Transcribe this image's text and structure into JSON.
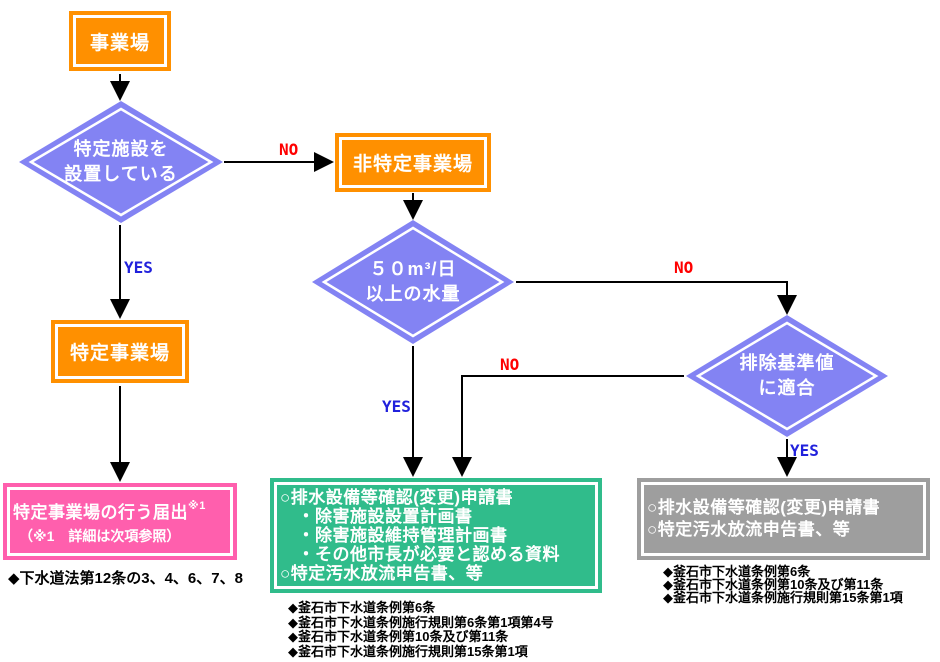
{
  "nodes": {
    "office": {
      "label": "事業場"
    },
    "facility_decision": {
      "line1": "特定施設を",
      "line2": "設置している"
    },
    "non_specified_office": {
      "label": "非特定事業場"
    },
    "volume_decision": {
      "line1": "５０m³/日",
      "line2": "以上の水量"
    },
    "specified_office": {
      "label": "特定事業場"
    },
    "standard_decision": {
      "line1": "排除基準値",
      "line2": "に適合"
    },
    "notification_box": {
      "title": "特定事業場の行う届出",
      "title_note": "※1",
      "subtitle": "（※1　詳細は次項参照）"
    },
    "submission_box": {
      "lines": [
        "○排水設備等確認(変更)申請書",
        "　・除害施設設置計画書",
        "　・除害施設維持管理計画書",
        "　・その他市長が必要と認める資料",
        "○特定汚水放流申告書、等"
      ]
    },
    "report_box": {
      "lines": [
        "○排水設備等確認(変更)申請書",
        "○特定汚水放流申告書、等"
      ]
    }
  },
  "edge_labels": {
    "facility_no": "NO",
    "facility_yes": "YES",
    "volume_no": "NO",
    "volume_yes": "YES",
    "standard_no": "NO",
    "standard_yes": "YES"
  },
  "footnotes": {
    "notification": [
      "◆下水道法第12条の3、4、6、7、8"
    ],
    "submission": [
      "◆釜石市下水道条例第6条",
      "◆釜石市下水道条例施行規則第6条第1項第4号",
      "◆釜石市下水道条例第10条及び第11条",
      "◆釜石市下水道条例施行規則第15条第1項"
    ],
    "report": [
      "◆釜石市下水道条例第6条",
      "◆釜石市下水道条例第10条及び第11条",
      "◆釜石市下水道条例施行規則第15条第1項"
    ]
  },
  "colors": {
    "process_orange": "#FF9000",
    "decision_periwinkle": "#8383F3",
    "notification_pink": "#FF5FAD",
    "submission_green": "#30BC8B",
    "report_gray": "#9E9E9E",
    "no_label_red": "#FF0000",
    "yes_label_blue": "#2121DC",
    "connector_black": "#000000"
  }
}
